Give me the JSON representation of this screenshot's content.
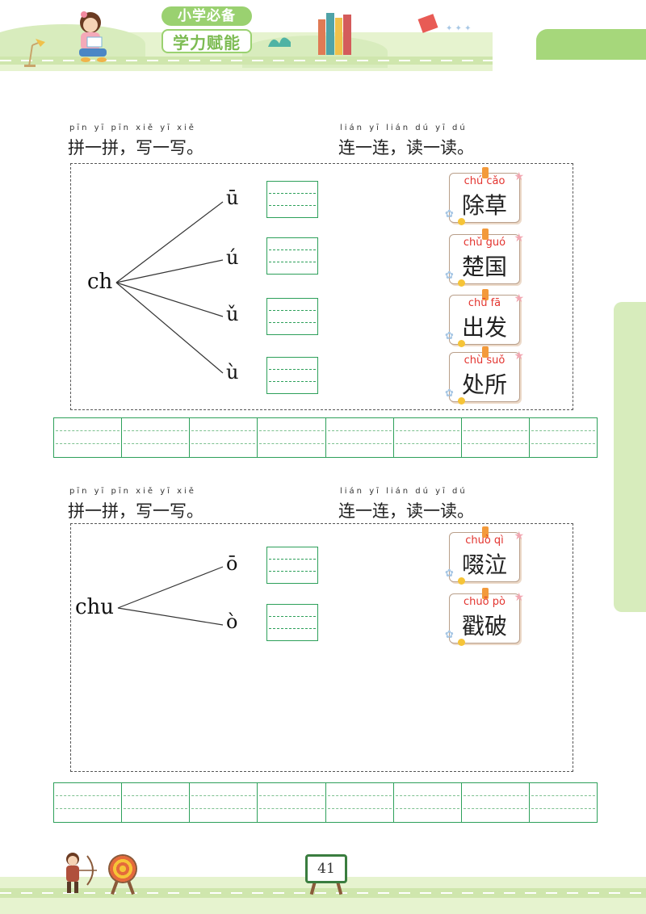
{
  "header": {
    "brand_line1": "小学必备",
    "brand_line2": "学力赋能"
  },
  "sections": [
    {
      "left_pinyin": "pīn yī pīn   xiě yī xiě",
      "left_title": "拼一拼，写一写。",
      "right_pinyin": "lián yī lián   dú yī dú",
      "right_title": "连一连，读一读。",
      "initial": "ch",
      "finals": [
        "ū",
        "ú",
        "ǔ",
        "ù"
      ],
      "words": [
        {
          "pinyin": "chú cǎo",
          "hanzi": "除草"
        },
        {
          "pinyin": "chǔ guó",
          "hanzi": "楚国"
        },
        {
          "pinyin": "chū fā",
          "hanzi": "出发"
        },
        {
          "pinyin": "chù suǒ",
          "hanzi": "处所"
        }
      ]
    },
    {
      "left_pinyin": "pīn yī pīn   xiě yī xiě",
      "left_title": "拼一拼，写一写。",
      "right_pinyin": "lián yī lián   dú yī dú",
      "right_title": "连一连，读一读。",
      "initial": "chu",
      "finals": [
        "ō",
        "ò"
      ],
      "words": [
        {
          "pinyin": "chuò qì",
          "hanzi": "啜泣"
        },
        {
          "pinyin": "chuō pò",
          "hanzi": "戳破"
        }
      ]
    }
  ],
  "footer": {
    "page_number": "41"
  },
  "colors": {
    "grid_green": "#2da05a",
    "header_green": "#9ad170",
    "pinyin_red": "#e3342f"
  }
}
